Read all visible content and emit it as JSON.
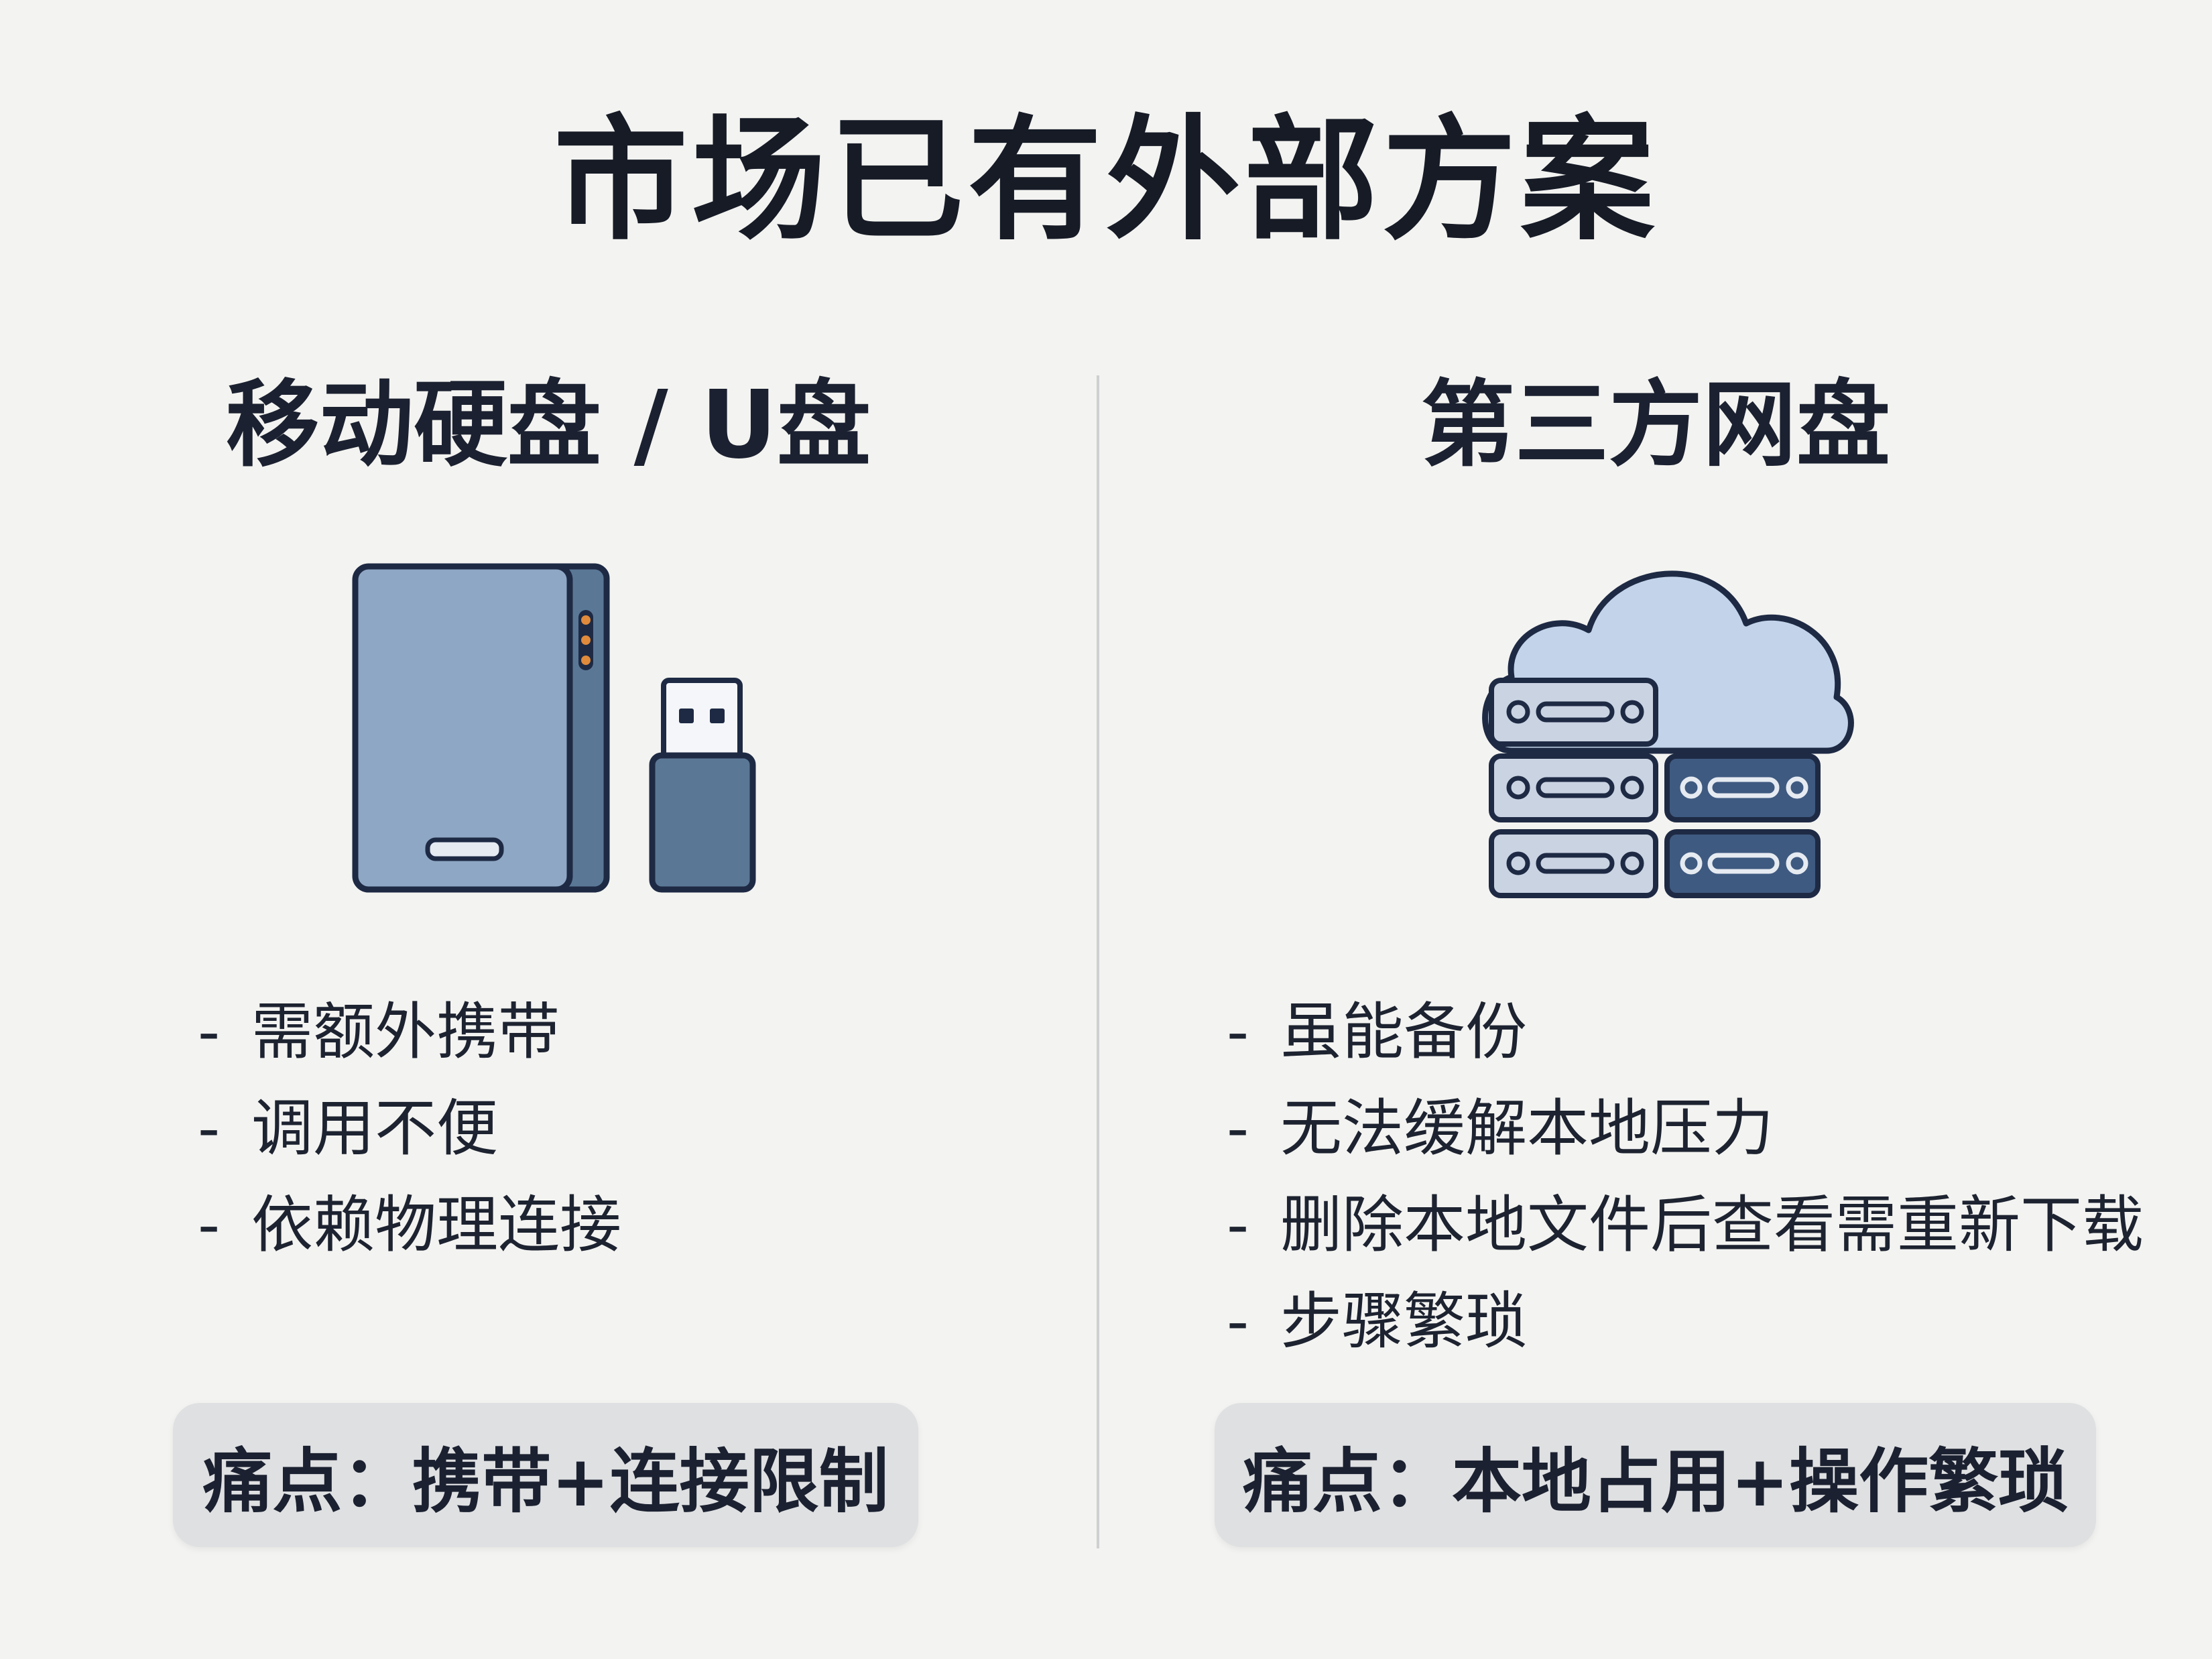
{
  "title": "市场已有外部方案",
  "left": {
    "heading": "移动硬盘 / U盘",
    "icons": [
      "external-hard-drive-icon",
      "usb-flash-drive-icon"
    ],
    "bullets": [
      {
        "dash": "-",
        "text": "需额外携带"
      },
      {
        "dash": "-",
        "text": "调用不便"
      },
      {
        "dash": "-",
        "text": "依赖物理连接"
      }
    ],
    "pain_point": "痛点：携带+连接限制"
  },
  "right": {
    "heading": "第三方网盘",
    "icons": [
      "cloud-server-icon"
    ],
    "bullets": [
      {
        "dash": "-",
        "text": "虽能备份"
      },
      {
        "dash": "-",
        "text": "无法缓解本地压力"
      },
      {
        "dash": "-",
        "text": "删除本地文件后查看需重新下载"
      },
      {
        "dash": "-",
        "text": "步骤繁琐"
      }
    ],
    "pain_point": "痛点：本地占用+操作繁琐"
  },
  "colors": {
    "background": "#f3f3f1",
    "outline": "#1e2a44",
    "device_light": "#8ea7c4",
    "device_dark": "#5a7896",
    "cloud_fill": "#c3d4ea",
    "server_light": "#c9d3e2",
    "server_dark": "#3f5a80",
    "pain_box": "#dfe0e2",
    "divider": "#cfd0d0"
  }
}
